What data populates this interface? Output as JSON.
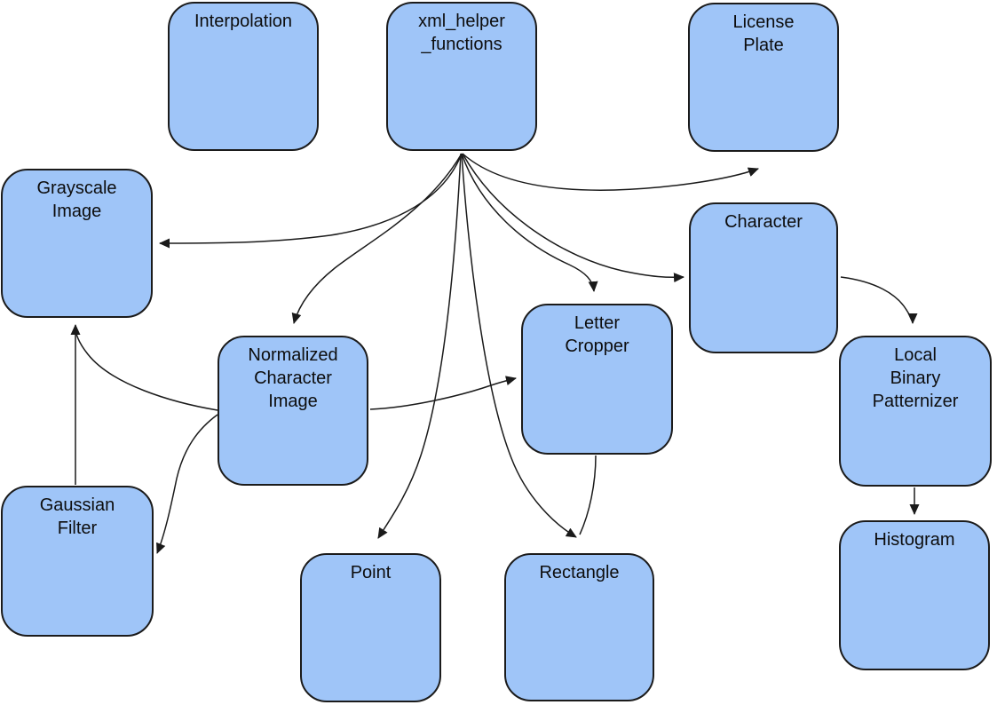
{
  "diagram": {
    "background_color": "#ffffff",
    "node_fill_color": "#9fc5f8",
    "node_border_color": "#1b1b1b",
    "edge_color": "#1a1a1a",
    "nodes": {
      "interpolation": {
        "label": "Interpolation"
      },
      "xml_helper_functions": {
        "label": "xml_helper\n_functions"
      },
      "license_plate": {
        "label": "License\nPlate"
      },
      "grayscale_image": {
        "label": "Grayscale\nImage"
      },
      "character": {
        "label": "Character"
      },
      "letter_cropper": {
        "label": "Letter\nCropper"
      },
      "normalized_character_image": {
        "label": "Normalized\nCharacter\nImage"
      },
      "local_binary_patternizer": {
        "label": "Local\nBinary\nPatternizer"
      },
      "gaussian_filter": {
        "label": "Gaussian\nFilter"
      },
      "point": {
        "label": "Point"
      },
      "rectangle": {
        "label": "Rectangle"
      },
      "histogram": {
        "label": "Histogram"
      }
    },
    "edges": [
      {
        "from": "xml_helper_functions",
        "to": "grayscale_image"
      },
      {
        "from": "xml_helper_functions",
        "to": "normalized_character_image"
      },
      {
        "from": "xml_helper_functions",
        "to": "license_plate"
      },
      {
        "from": "xml_helper_functions",
        "to": "character"
      },
      {
        "from": "xml_helper_functions",
        "to": "letter_cropper"
      },
      {
        "from": "xml_helper_functions",
        "to": "point"
      },
      {
        "from": "xml_helper_functions",
        "to": "rectangle"
      },
      {
        "from": "letter_cropper",
        "to": "rectangle"
      },
      {
        "from": "normalized_character_image",
        "to": "grayscale_image"
      },
      {
        "from": "gaussian_filter",
        "to": "grayscale_image"
      },
      {
        "from": "normalized_character_image",
        "to": "gaussian_filter"
      },
      {
        "from": "normalized_character_image",
        "to": "letter_cropper"
      },
      {
        "from": "character",
        "to": "local_binary_patternizer"
      },
      {
        "from": "local_binary_patternizer",
        "to": "histogram"
      }
    ]
  }
}
